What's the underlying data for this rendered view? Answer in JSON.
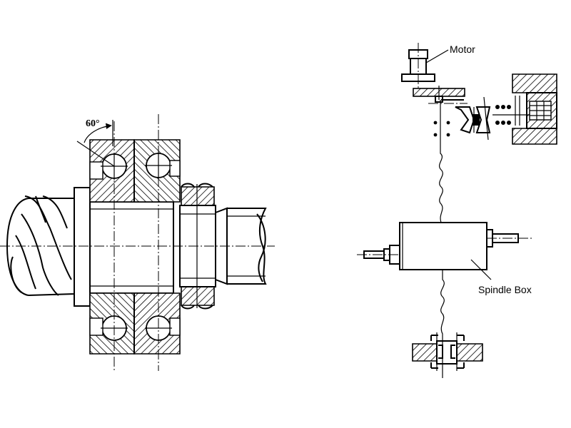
{
  "bearing_detail": {
    "angle_label": "60°"
  },
  "drive_schematic": {
    "motor_label": "Motor",
    "spindle_box_label": "Spindle Box"
  }
}
